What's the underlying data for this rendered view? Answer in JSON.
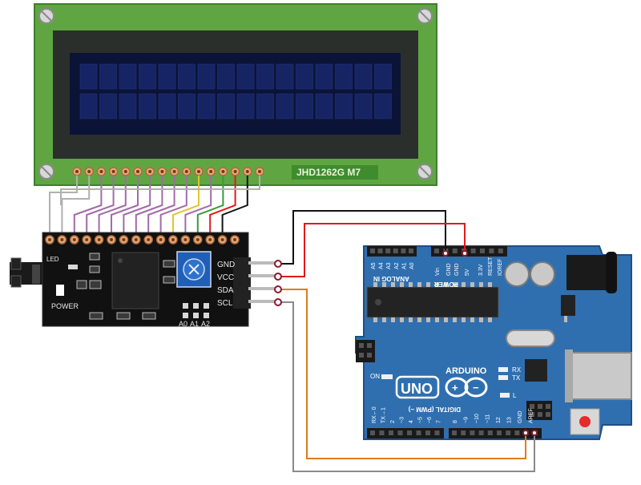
{
  "lcd": {
    "model_label": "JHD1262G M7"
  },
  "i2c": {
    "pins": [
      "GND",
      "VCC",
      "SDA",
      "SCL"
    ],
    "led_label": "LED",
    "power_label": "POWER",
    "addr_labels": [
      "A0",
      "A1",
      "A2"
    ]
  },
  "arduino": {
    "board_name": "ARDUINO",
    "uno_label": "UNO",
    "power_header_title": "POWER",
    "analog_header_title": "ANALOG IN",
    "digital_header_title": "DIGITAL (PWM ~)",
    "power_pins": [
      "IOREF",
      "RESET",
      "3.3V",
      "5V",
      "GND",
      "GND",
      "Vin"
    ],
    "analog_pins": [
      "A0",
      "A1",
      "A2",
      "A3",
      "A4",
      "A5"
    ],
    "digital_pins": [
      "RX←0",
      "TX→1",
      "2",
      "~3",
      "4",
      "~5",
      "~6",
      "7",
      "8",
      "~9",
      "~10",
      "~11",
      "12",
      "13",
      "GND",
      "AREF"
    ],
    "on_label": "ON",
    "tx_label": "TX",
    "rx_label": "RX",
    "l_label": "L"
  },
  "colors": {
    "pcb_green": "#5fa642",
    "pcb_dark": "#2f6d22",
    "lcd_frame": "#2b2f2b",
    "lcd_screen": "#0b1436",
    "lcd_cell": "#1a2a6e",
    "arduino_blue": "#2f6fb0",
    "i2c_board": "#111111",
    "wire_gnd": "#111111",
    "wire_vcc": "#e01a1a",
    "wire_sda": "#e07b1a",
    "wire_scl": "#8a8a8a"
  }
}
